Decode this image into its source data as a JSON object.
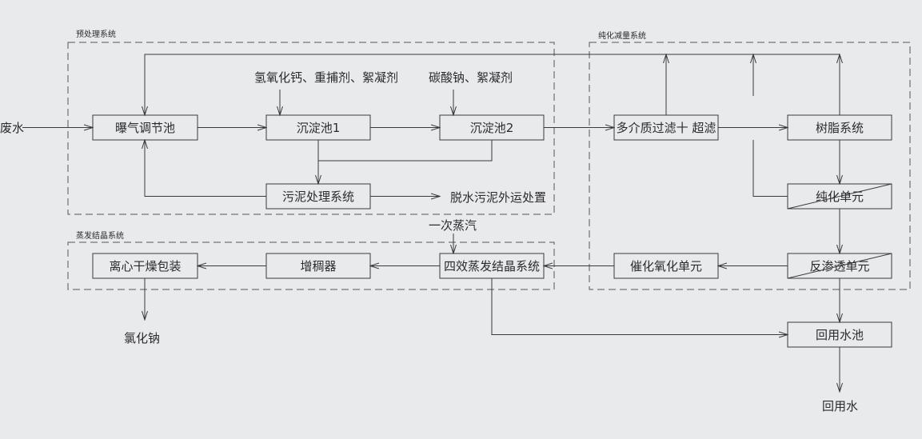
{
  "systems": {
    "pretreatment": "预处理系统",
    "purification": "纯化减量系统",
    "evaporation": "蒸发结晶系统"
  },
  "units": {
    "aeration": "曝气调节池",
    "settling1": "沉淀池1",
    "settling2": "沉淀池2",
    "filtration": "多介质过滤十 超滤",
    "resin": "树脂系统",
    "sludge": "污泥处理系统",
    "purify": "纯化单元",
    "centrifuge": "离心干燥包装",
    "thickener": "增稠器",
    "evaporator": "四效蒸发结晶系统",
    "oxidation": "催化氧化单元",
    "ro": "反渗透单元",
    "reuse_pool": "回用水池"
  },
  "labels": {
    "wastewater": "废水",
    "chemicals_1": "氢氧化钙、重捕剂、絮凝剂",
    "chemicals_2": "碳酸钠、絮凝剂",
    "sludge_out": "脱水污泥外运处置",
    "steam": "一次蒸汽",
    "nacl": "氯化钠",
    "reuse_water": "回用水"
  },
  "colors": {
    "background": "#e9eaec",
    "line": "#3a3a3a",
    "text": "#2b2b2b"
  }
}
